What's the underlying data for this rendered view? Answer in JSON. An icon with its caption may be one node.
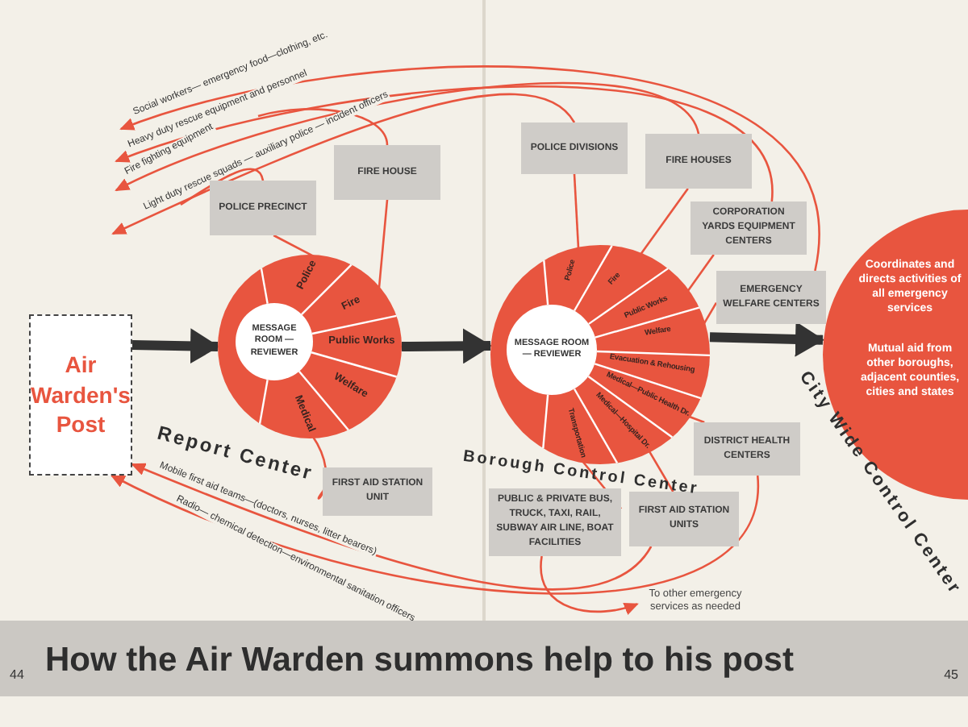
{
  "diagram": {
    "title": "How the Air Warden summons help to his post",
    "nodes": [
      {
        "text": [
          "Air Warden's Post"
        ]
      },
      {
        "text": [],
        "shape": "circle",
        "beside": [
          "Report Center"
        ]
      },
      {
        "text": [
          "MESSAGE ROOM — REVIEWER"
        ],
        "in": 1
      },
      {
        "text": [
          "Police"
        ],
        "in": 1
      },
      {
        "text": [
          "Fire"
        ],
        "in": 1
      },
      {
        "text": [
          "Public Works"
        ],
        "in": 1
      },
      {
        "text": [
          "Welfare"
        ],
        "in": 1
      },
      {
        "text": [
          "Medical"
        ],
        "in": 1
      },
      {
        "text": [
          "POLICE PRECINCT"
        ]
      },
      {
        "text": [
          "FIRE HOUSE"
        ]
      },
      {
        "text": [
          "FIRST AID STATION UNIT"
        ]
      },
      {
        "text": [],
        "shape": "circle",
        "beside": [
          "Borough Control Center"
        ]
      },
      {
        "text": [
          "MESSAGE ROOM — REVIEWER"
        ],
        "in": 11
      },
      {
        "text": [
          "Police"
        ],
        "in": 11
      },
      {
        "text": [
          "Fire"
        ],
        "in": 11
      },
      {
        "text": [
          "Public Works"
        ],
        "in": 11
      },
      {
        "text": [
          "Welfare"
        ],
        "in": 11
      },
      {
        "text": [
          "Evacuation & Rehousing"
        ],
        "in": 11
      },
      {
        "text": [
          "Medical—Public Health Dr."
        ],
        "in": 11
      },
      {
        "text": [
          "Medical—Hospital Dr."
        ],
        "in": 11
      },
      {
        "text": [
          "Transportation"
        ],
        "in": 11
      },
      {
        "text": [
          "POLICE DIVISIONS"
        ]
      },
      {
        "text": [
          "FIRE HOUSES"
        ]
      },
      {
        "text": [
          "CORPORATION YARDS EQUIPMENT CENTERS"
        ]
      },
      {
        "text": [
          "EMERGENCY WELFARE CENTERS"
        ]
      },
      {
        "text": [
          "DISTRICT HEALTH CENTERS"
        ]
      },
      {
        "text": [
          "PUBLIC & PRIVATE BUS, TRUCK, TAXI, RAIL, SUBWAY AIR LINE, BOAT FACILITIES"
        ]
      },
      {
        "text": [
          "FIRST AID STATION UNITS"
        ]
      },
      {
        "text": [
          "To other emergency services as needed"
        ]
      },
      {
        "text": [
          "Coordinates and directs activities of all emergency services",
          "Mutual aid from other boroughs, adjacent counties, cities and states",
          "City Wide Control Center"
        ]
      }
    ],
    "edges": [
      {
        "from": 0,
        "to": 1,
        "arrow": "to",
        "style": "thick",
        "color": "#333333"
      },
      {
        "from": 1,
        "to": 11,
        "arrow": "to",
        "style": "thick",
        "color": "#333333"
      },
      {
        "from": 11,
        "to": 29,
        "arrow": "to",
        "style": "thick",
        "color": "#333333"
      },
      {
        "from": 3,
        "to": 8,
        "arrow": "none"
      },
      {
        "from": 4,
        "to": 9,
        "arrow": "none"
      },
      {
        "from": 7,
        "to": 10,
        "arrow": "none"
      },
      {
        "from": 24,
        "to": null,
        "arrow": "to",
        "label": "Social workers— emergency food—clothing, etc."
      },
      {
        "from": 23,
        "to": null,
        "arrow": "to",
        "label": "Heavy duty rescue equipment and personnel"
      },
      {
        "from": 22,
        "to": null,
        "arrow": "to",
        "label": "Fire fighting equipment"
      },
      {
        "from": 21,
        "to": null,
        "arrow": "to",
        "label": "Light duty rescue squads — auxiliary police — incident officers"
      },
      {
        "from": 8,
        "to": null,
        "arrow": "none"
      },
      {
        "from": 9,
        "to": null,
        "arrow": "none"
      },
      {
        "from": 27,
        "to": 0,
        "arrow": "to",
        "label": "Mobile first aid teams—(doctors, nurses, litter bearers)"
      },
      {
        "from": 25,
        "to": 0,
        "arrow": "to",
        "label": "Radio— chemical detection—environmental sanitation officers"
      },
      {
        "from": 13,
        "to": 21,
        "arrow": "none"
      },
      {
        "from": 14,
        "to": 22,
        "arrow": "none"
      },
      {
        "from": 15,
        "to": 23,
        "arrow": "none"
      },
      {
        "from": 16,
        "to": 24,
        "arrow": "none"
      },
      {
        "from": 18,
        "to": 25,
        "arrow": "none"
      },
      {
        "from": 19,
        "to": 27,
        "arrow": "none"
      },
      {
        "from": 20,
        "to": 26,
        "arrow": "none"
      },
      {
        "from": 26,
        "to": 28,
        "arrow": "to"
      }
    ],
    "labels": [
      "44",
      "45"
    ]
  }
}
